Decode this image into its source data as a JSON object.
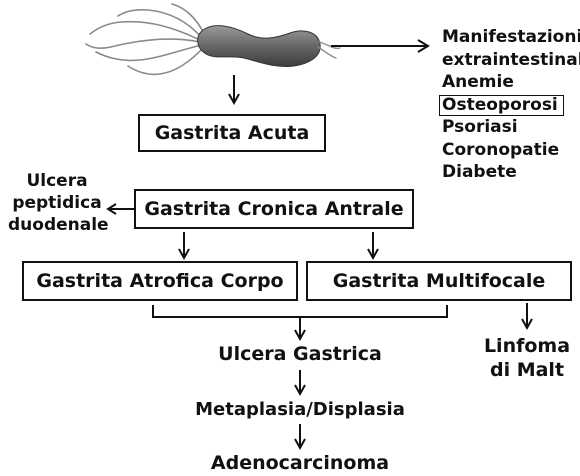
{
  "bacterium": {
    "icon": "helicobacter-pylori-bacterium-icon",
    "color": "#6b6b6b"
  },
  "manifestations": {
    "title_lines": [
      "Manifestazioni",
      "extraintestinali"
    ],
    "items": [
      "Anemie",
      "Osteoporosi",
      "Psoriasi",
      "Coronopatie",
      "Diabete"
    ],
    "highlighted_item": "Osteoporosi"
  },
  "boxes": {
    "acute": "Gastrita Acuta",
    "chronic_antral": "Gastrita Cronica Antrale",
    "atrophic_body": "Gastrita Atrofica Corpo",
    "multifocal": "Gastrita Multifocale"
  },
  "side_labels": {
    "duodenal_ulcer_lines": [
      "Ulcera",
      "peptidica",
      "duodenale"
    ],
    "lymphoma_lines": [
      "Linfoma",
      "di Malt"
    ]
  },
  "progression": {
    "gastric_ulcer": "Ulcera Gastrica",
    "metaplasia": "Metaplasia/Displasia",
    "adenocarcinoma": "Adenocarcinoma"
  }
}
